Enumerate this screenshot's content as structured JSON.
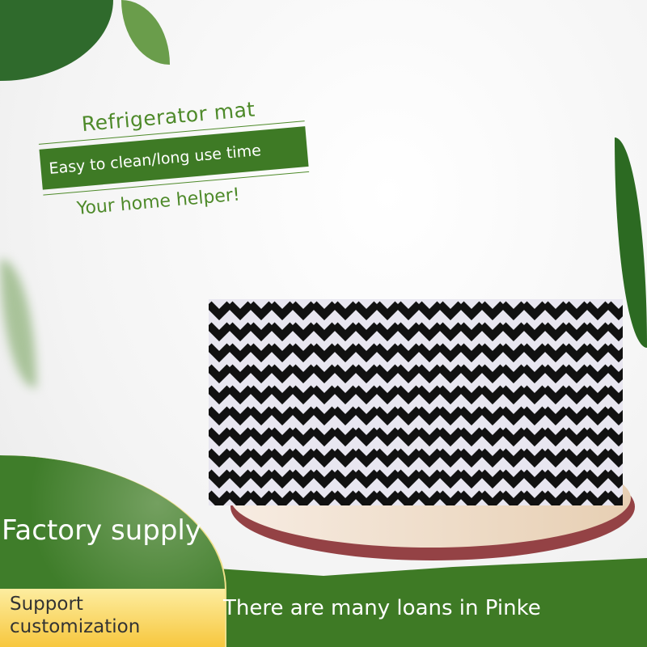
{
  "title": "Refrigerator mat",
  "banner": "Easy to clean/long use time",
  "tagline": "Your home helper!",
  "badge_main": "Factory supply",
  "badge_sub": "Support customization",
  "footer_text": "There are many loans in Pinke",
  "colors": {
    "green": "#3e7a25",
    "text_green": "#4e8a2a",
    "plate_rim": "#944245"
  }
}
